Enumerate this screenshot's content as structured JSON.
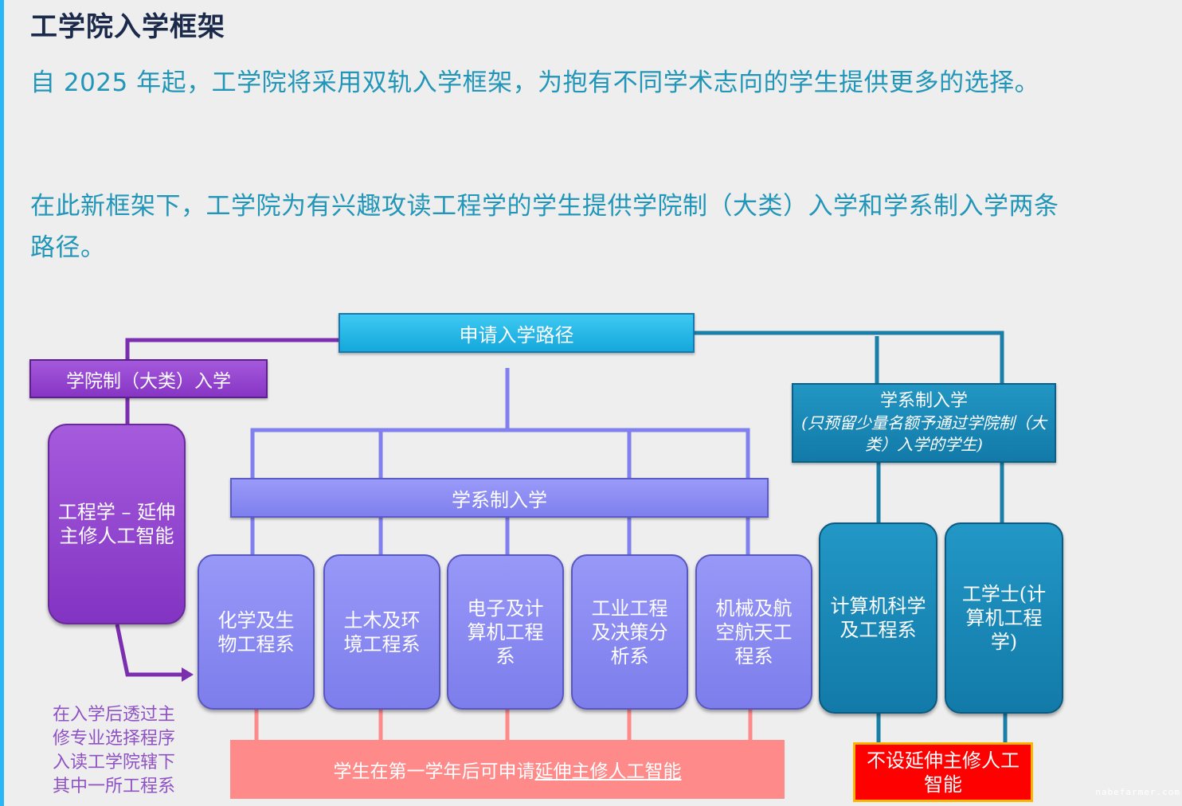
{
  "page": {
    "title": "工学院入学框架",
    "paragraph_1": "自 2025 年起，工学院将采用双轨入学框架，为抱有不同学术志向的学生提供更多的选择。",
    "paragraph_2": "在此新框架下，工学院为有兴趣攻读工程学的学生提供学院制（大类）入学和学系制入学两条路径。"
  },
  "diagram": {
    "apply_path": "申请入学路径",
    "college_admission": "学院制（大类）入学",
    "engineering_ai": "工程学 – 延伸主修人工智能",
    "dept_admission_mid": "学系制入学",
    "dept_admission_right": {
      "title": "学系制入学",
      "note": "(只预留少量名额予通过学院制（大类）入学的学生)"
    },
    "departments": [
      "化学及生物工程系",
      "土木及环境工程系",
      "电子及计算机工程系",
      "工业工程及决策分析系",
      "机械及航空航天工程系"
    ],
    "departments_right": [
      "计算机科学及工程系",
      "工学士(计算机工程学)"
    ],
    "ai_extension": {
      "prefix": "学生在第一学年后可申请",
      "link": "延伸主修人工智能"
    },
    "no_ai_extension": "不设延伸主修人工智能",
    "side_note": "在入学后透过主修专业选择程序入读工学院辖下其中一所工程系"
  },
  "watermark": "nabefarmer.com",
  "colors": {
    "accent_bar": "#29b6f6",
    "apply_bar": "#14a8dc",
    "college_purple": "#8735c4",
    "dept_lavender": "#8181ef",
    "dept_blue": "#1584b3",
    "ai_pink": "#ff8a8a",
    "no_ai_red": "#ff0000",
    "text_blue": "#2196b8"
  }
}
